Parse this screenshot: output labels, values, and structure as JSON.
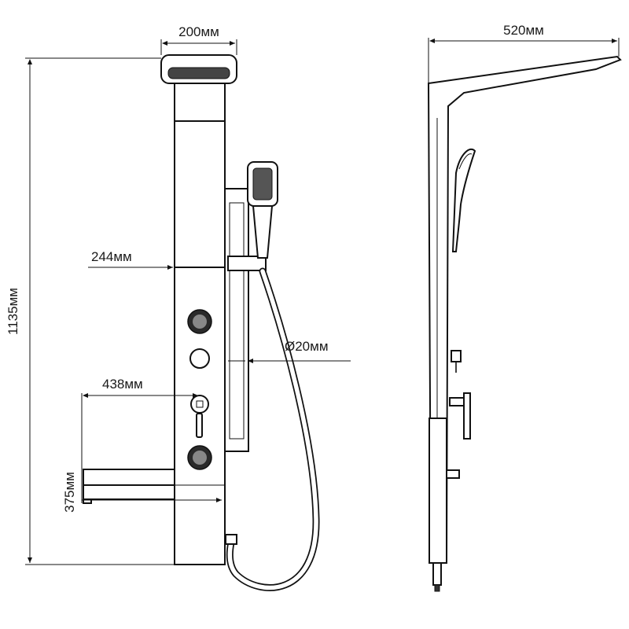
{
  "dimensions": {
    "head_width": "200мм",
    "total_height": "1135мм",
    "bar_offset": "244мм",
    "hose_diameter": "Ø20мм",
    "spout_offset": "438мм",
    "spout_height": "375мм",
    "depth": "520мм"
  }
}
